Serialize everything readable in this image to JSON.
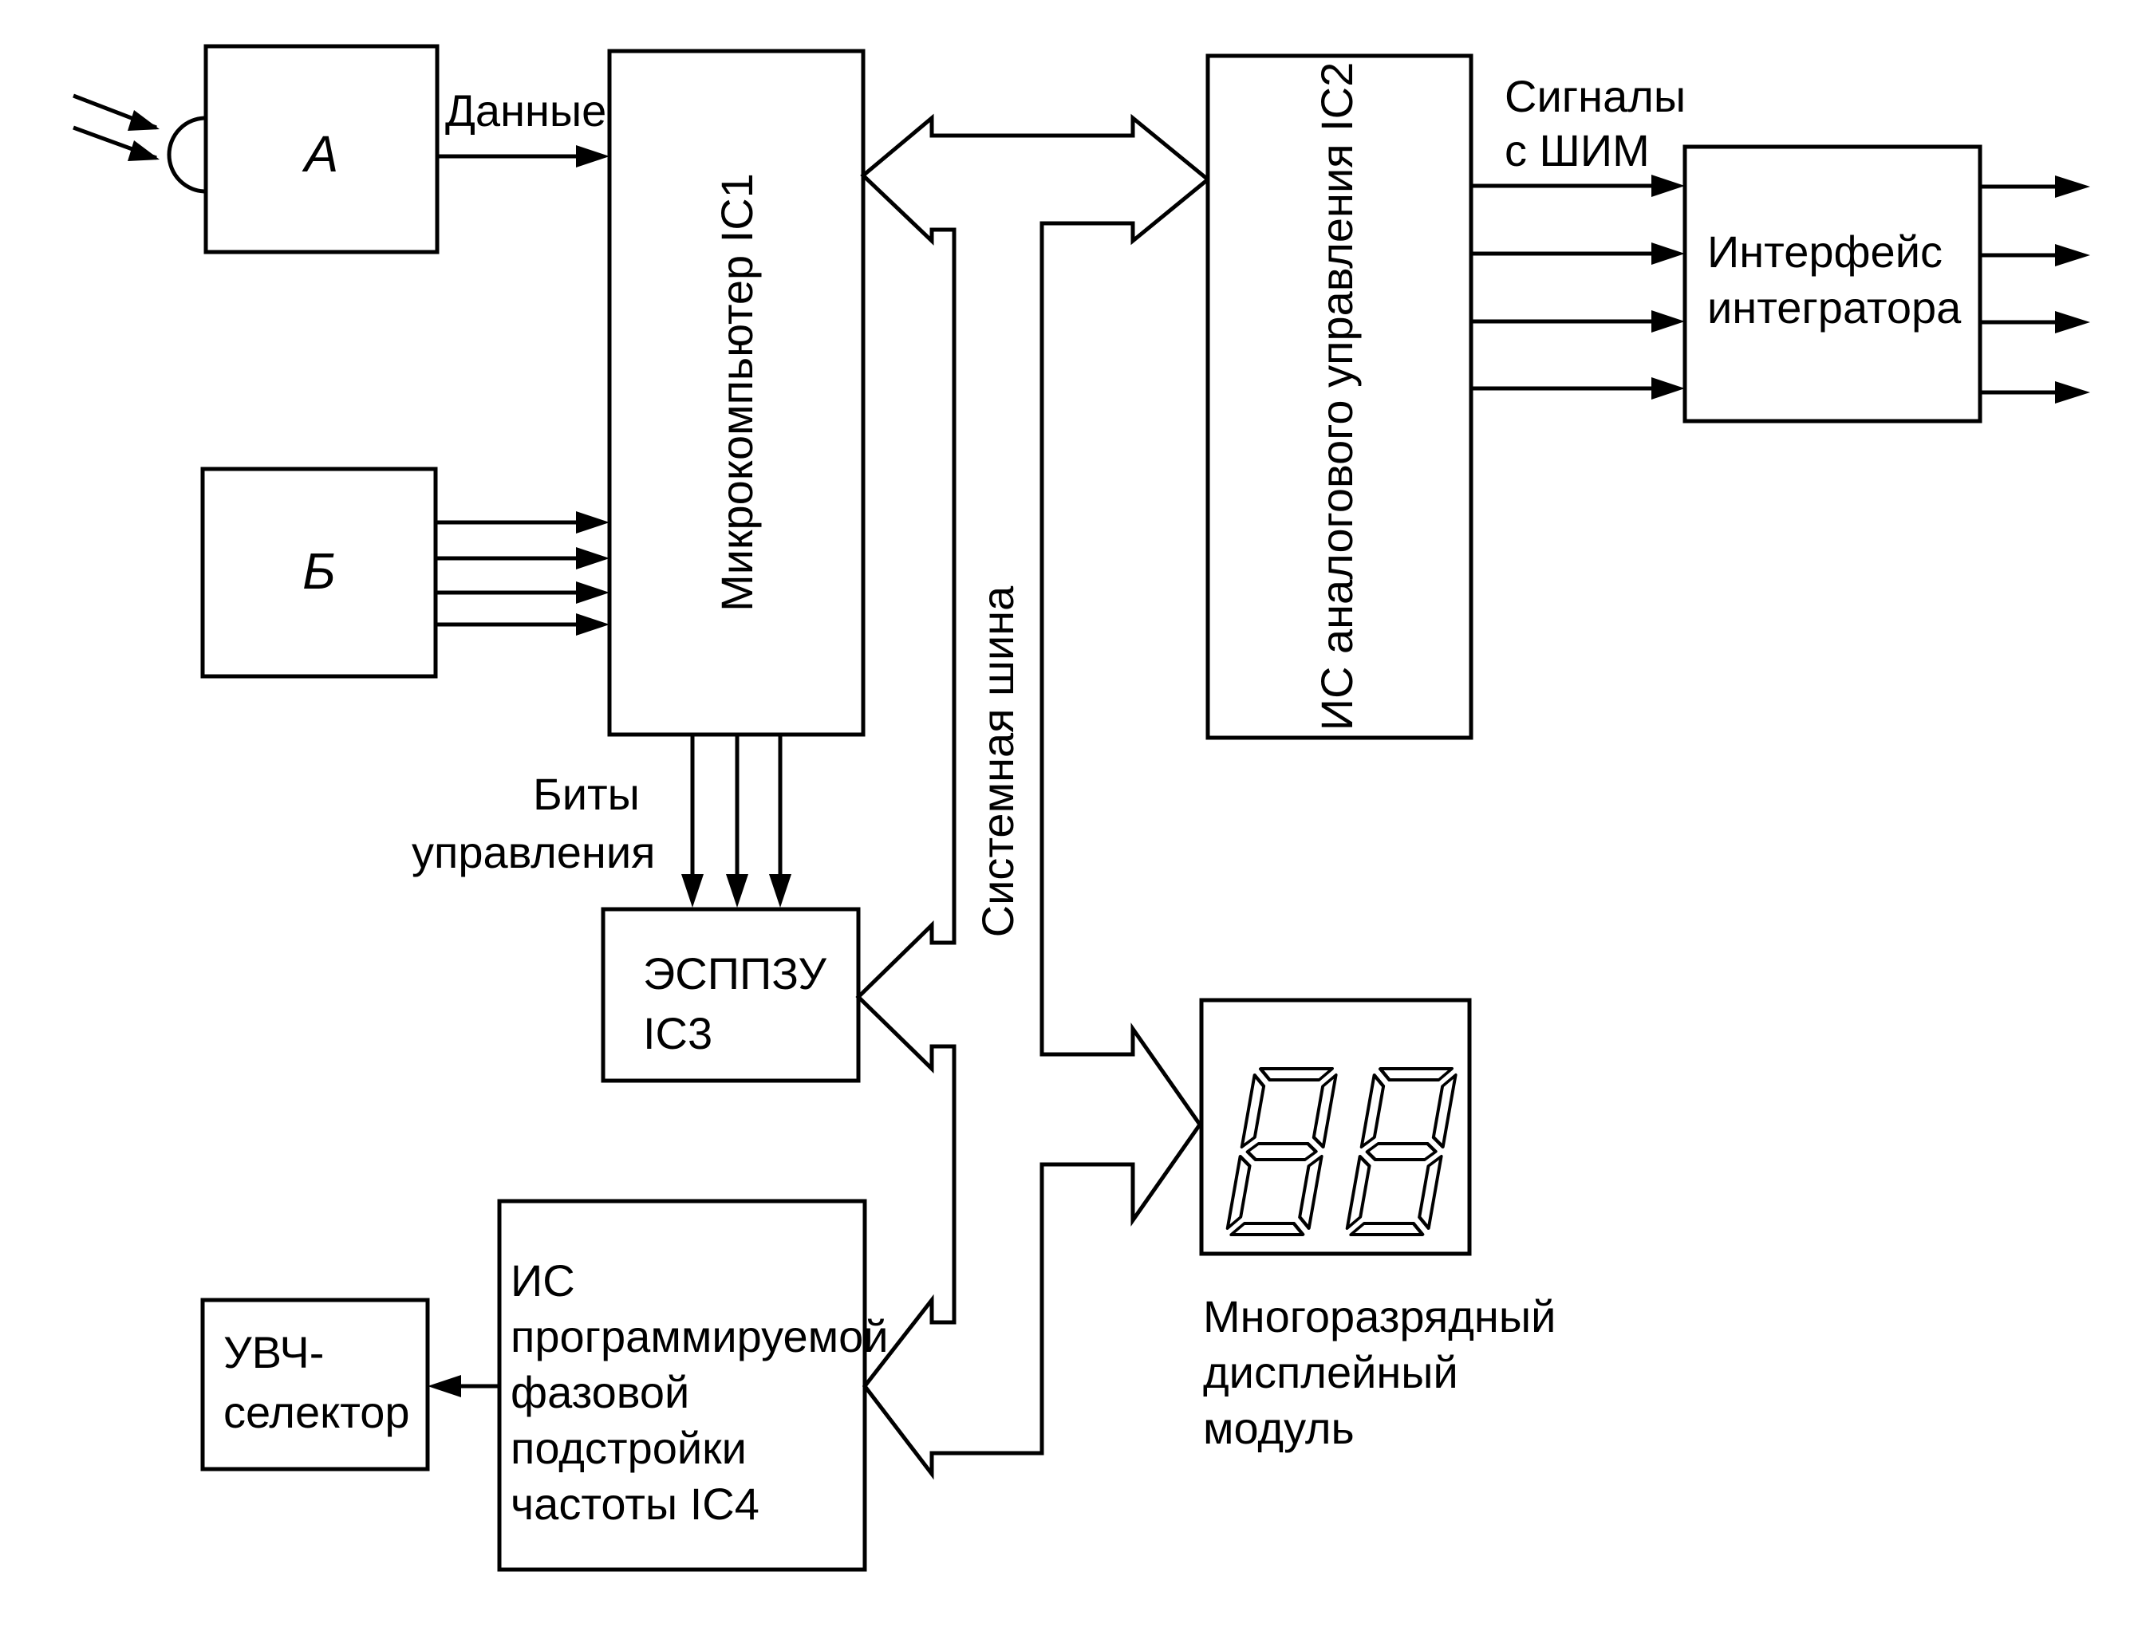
{
  "blocks": {
    "a": {
      "label": "А"
    },
    "b": {
      "label": "Б"
    },
    "ic1": {
      "label": "Микрокомпьютер IC1"
    },
    "ic2": {
      "label": "ИС аналогового управления IC2"
    },
    "ic3": {
      "lines": [
        "ЭСППЗУ",
        "IC3"
      ]
    },
    "ic4": {
      "lines": [
        "ИС",
        "программируемой",
        "фазовой",
        "подстройки",
        "частоты IC4"
      ]
    },
    "rf": {
      "lines": [
        "УВЧ-",
        "селектор"
      ]
    },
    "integrator": {
      "lines": [
        "Интерфейс",
        "интегратора"
      ]
    },
    "display": {
      "digits": "88"
    }
  },
  "labels": {
    "data": "Данные",
    "pwm": [
      "Сигналы",
      "с ШИМ"
    ],
    "control_bits": [
      "Биты",
      "управления"
    ],
    "system_bus": "Системная шина",
    "display_caption": [
      "Многоразрядный",
      "дисплейный",
      "модуль"
    ]
  }
}
